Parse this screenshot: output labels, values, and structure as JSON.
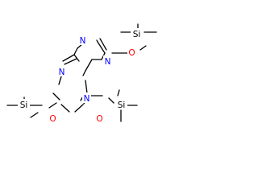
{
  "diagram": {
    "type": "chemical-structure",
    "colors": {
      "bond": "#000000",
      "C": "#000000",
      "N": "#0000ff",
      "O": "#ff0000",
      "Si": "#000000"
    },
    "atoms": {
      "n1": {
        "element": "N",
        "label": "N"
      },
      "n2": {
        "element": "N",
        "label": "N"
      },
      "n3": {
        "element": "N",
        "label": "N"
      },
      "n4": {
        "element": "N",
        "label": "N"
      },
      "o1": {
        "element": "O",
        "label": "O"
      },
      "o2": {
        "element": "O",
        "label": "O"
      },
      "o3": {
        "element": "O",
        "label": "O"
      },
      "si1": {
        "element": "Si",
        "label": "Si"
      },
      "si2": {
        "element": "Si",
        "label": "Si"
      },
      "si3": {
        "element": "Si",
        "label": "Si"
      }
    }
  }
}
